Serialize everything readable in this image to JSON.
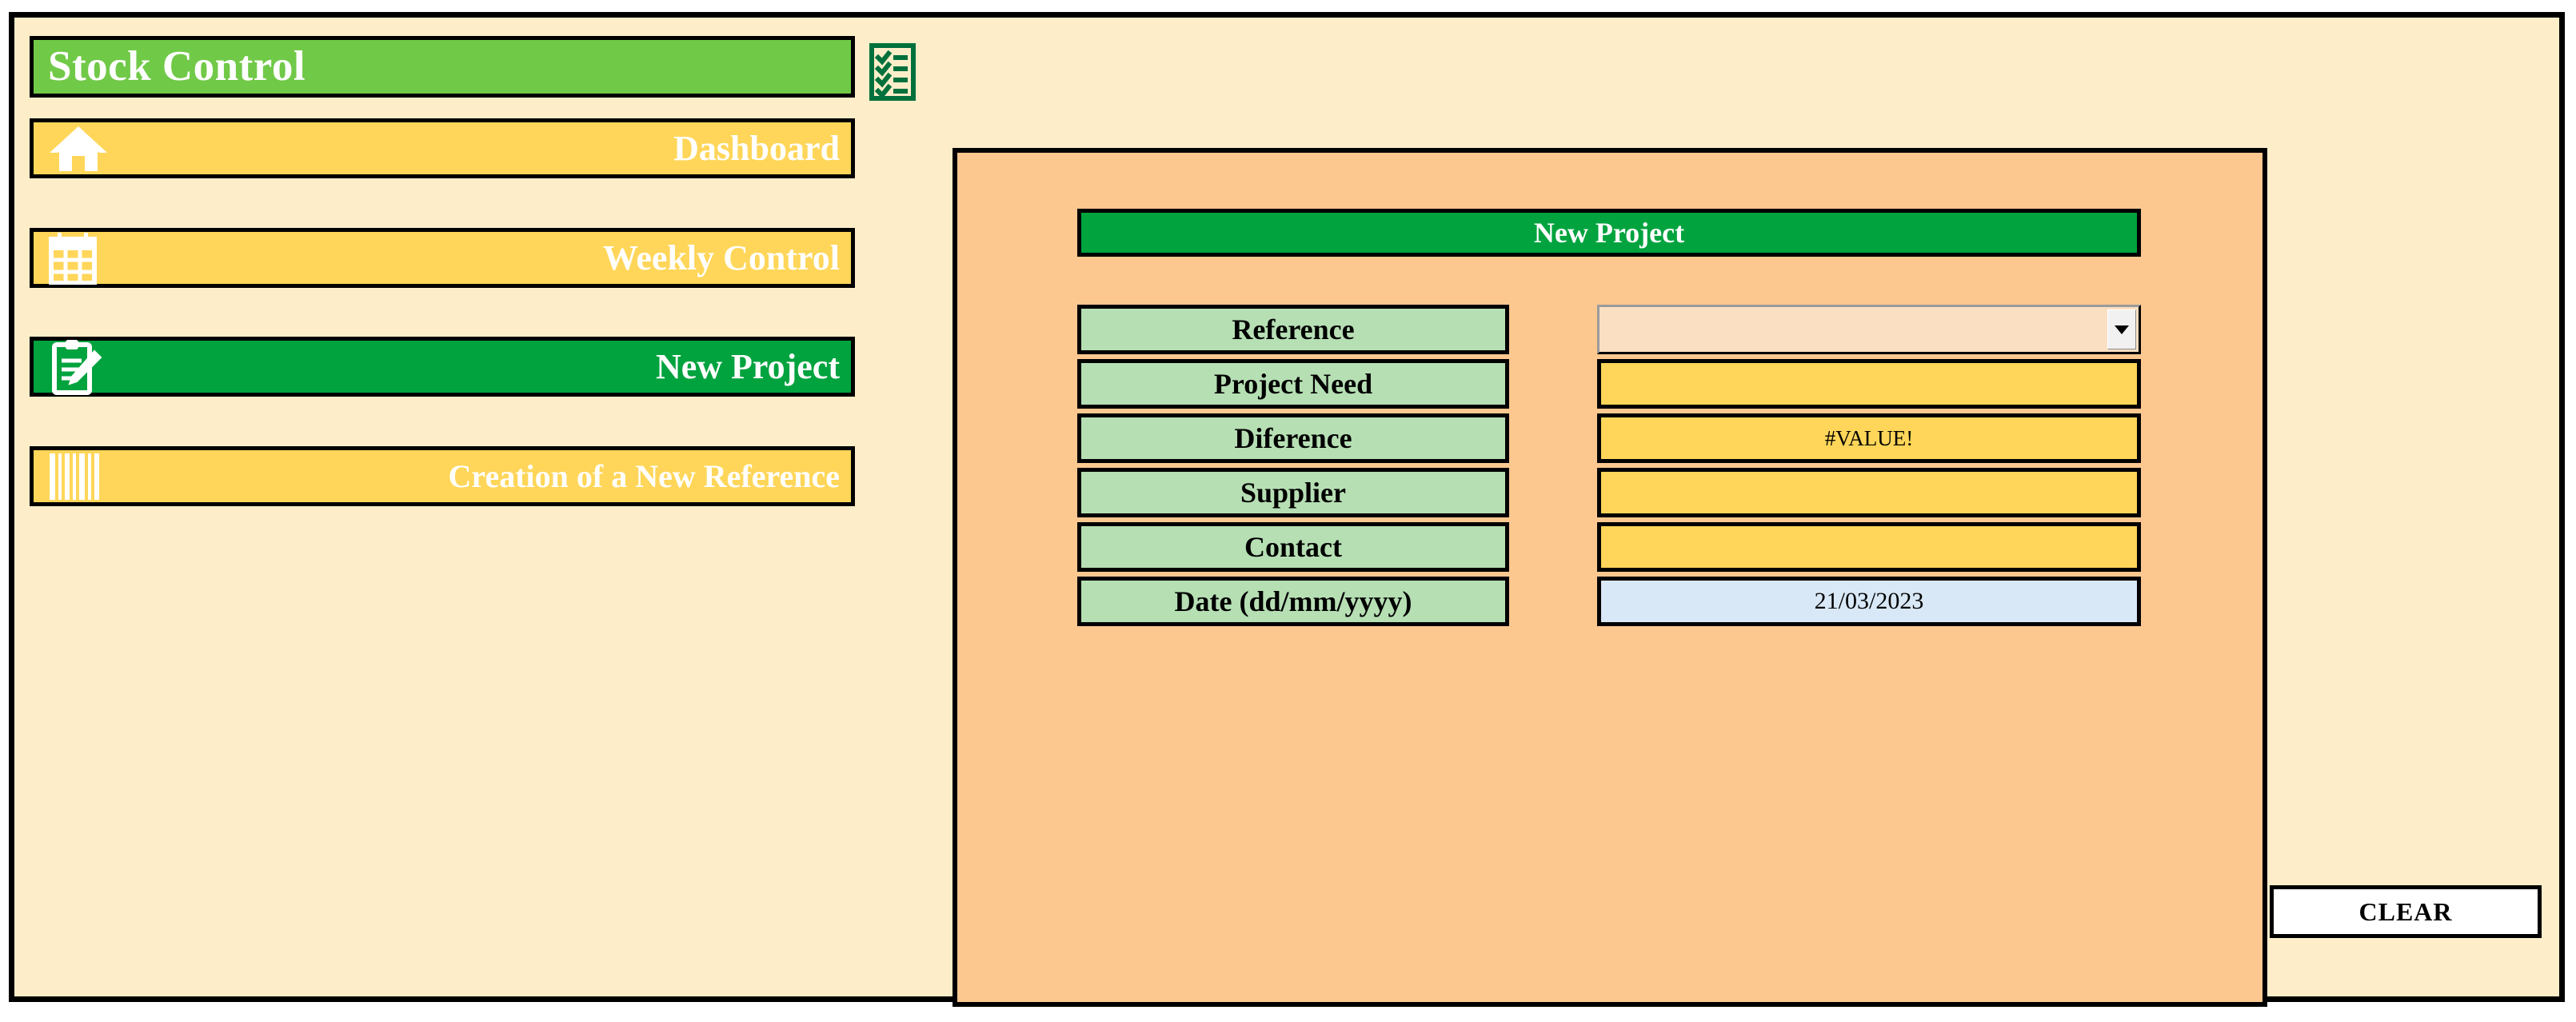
{
  "app": {
    "title": "Stock Control",
    "title_icon": "checklist-icon"
  },
  "sidebar": {
    "items": [
      {
        "label": "Dashboard",
        "icon": "home-icon",
        "active": false
      },
      {
        "label": "Weekly Control",
        "icon": "calendar-icon",
        "active": false
      },
      {
        "label": "New Project",
        "icon": "clipboard-pencil-icon",
        "active": true
      },
      {
        "label": "Creation of a New Reference",
        "icon": "barcode-icon",
        "active": false
      }
    ]
  },
  "panel": {
    "header": "New Project",
    "rows": [
      {
        "label": "Reference",
        "value": "",
        "type": "combobox",
        "icon": "chevron-down-icon"
      },
      {
        "label": "Project Need",
        "value": "",
        "type": "input"
      },
      {
        "label": "Diference",
        "value": "#VALUE!",
        "type": "input"
      },
      {
        "label": "Supplier",
        "value": "",
        "type": "input"
      },
      {
        "label": "Contact",
        "value": "",
        "type": "input"
      },
      {
        "label": "Date (dd/mm/yyyy)",
        "value": "21/03/2023",
        "type": "date"
      }
    ]
  },
  "actions": {
    "clear_label": "CLEAR"
  },
  "colors": {
    "page_background": "#fdeec9",
    "title_green": "#71c948",
    "active_green": "#00a33e",
    "nav_yellow": "#ffd659",
    "panel_orange": "#fcc88f",
    "label_green": "#b6dfb4",
    "value_yellow": "#ffd659",
    "date_blue": "#d9e8f7",
    "combo_peach": "#fbdfc3",
    "border_black": "#000000",
    "text_white": "#ffffff"
  }
}
